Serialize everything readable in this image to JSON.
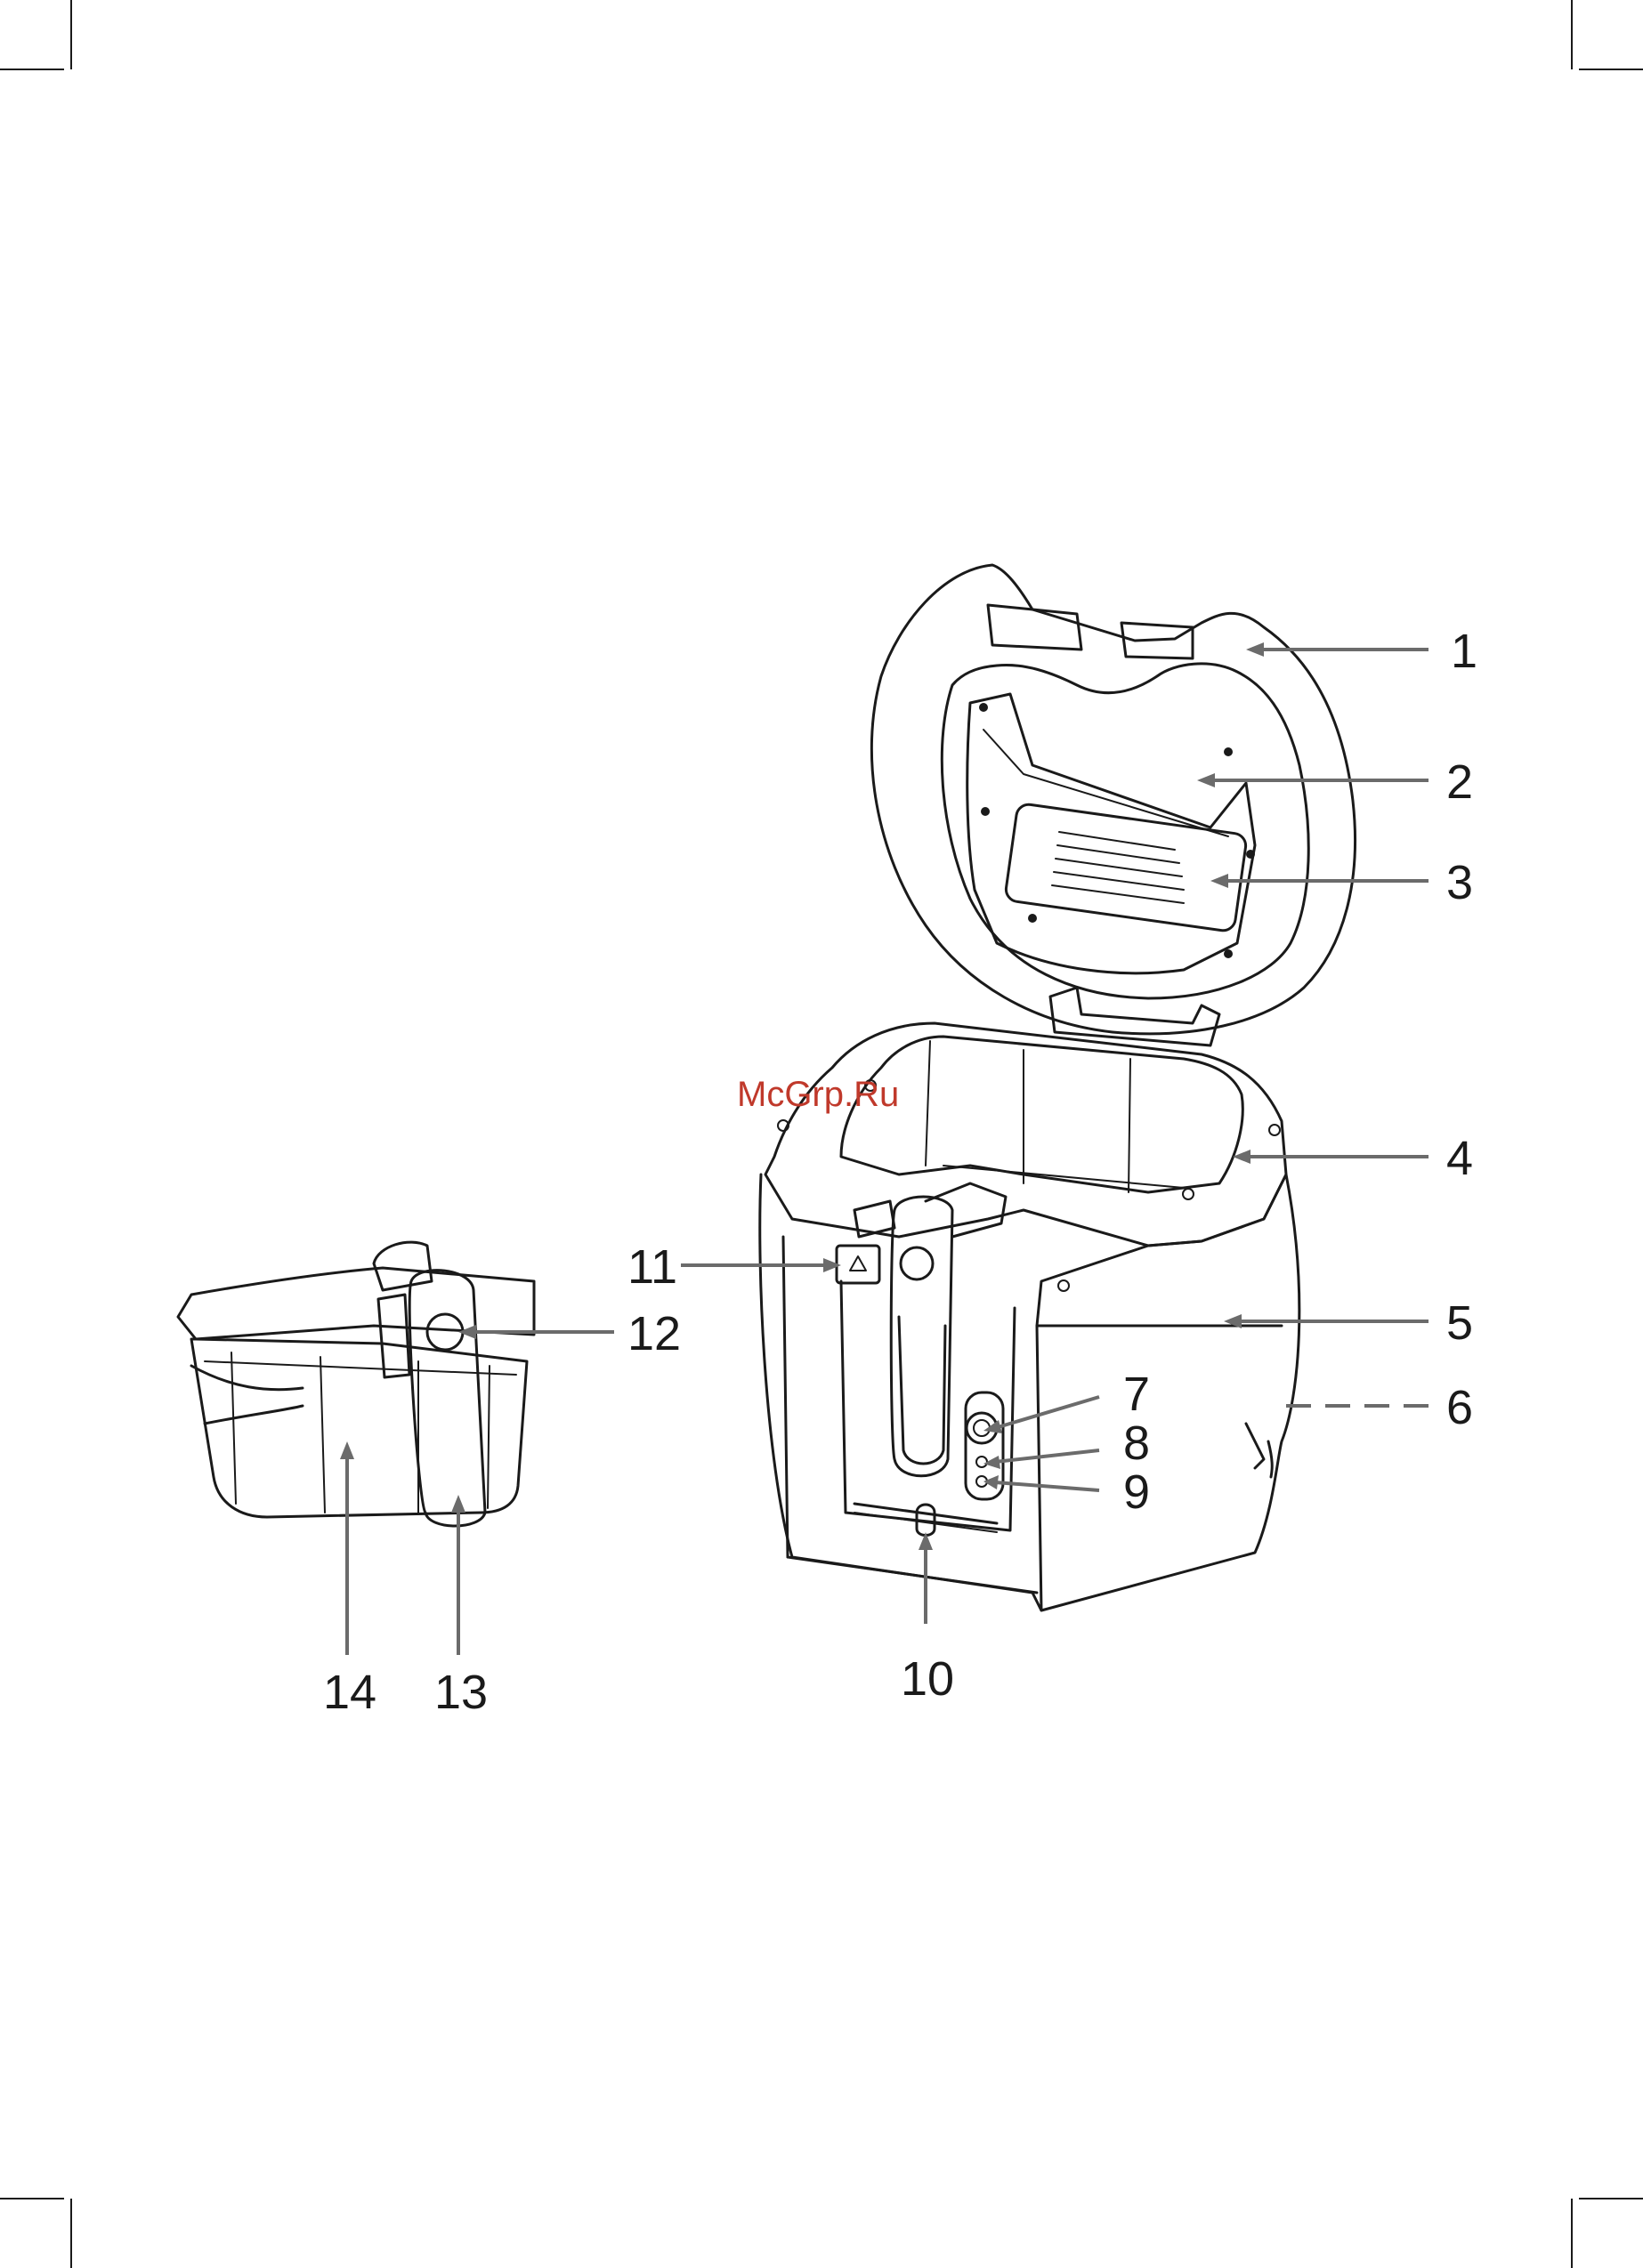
{
  "watermark": "McGrp.Ru",
  "callouts": [
    {
      "id": "1",
      "text": "1"
    },
    {
      "id": "2",
      "text": "2"
    },
    {
      "id": "3",
      "text": "3"
    },
    {
      "id": "4",
      "text": "4"
    },
    {
      "id": "5",
      "text": "5"
    },
    {
      "id": "6",
      "text": "6"
    },
    {
      "id": "7",
      "text": "7"
    },
    {
      "id": "8",
      "text": "8"
    },
    {
      "id": "9",
      "text": "9"
    },
    {
      "id": "10",
      "text": "10"
    },
    {
      "id": "11",
      "text": "11"
    },
    {
      "id": "12",
      "text": "12"
    },
    {
      "id": "13",
      "text": "13"
    },
    {
      "id": "14",
      "text": "14"
    }
  ],
  "colors": {
    "line": "#1a1a1a",
    "arrow": "#6b6b6b",
    "watermark": "#c0392b"
  }
}
